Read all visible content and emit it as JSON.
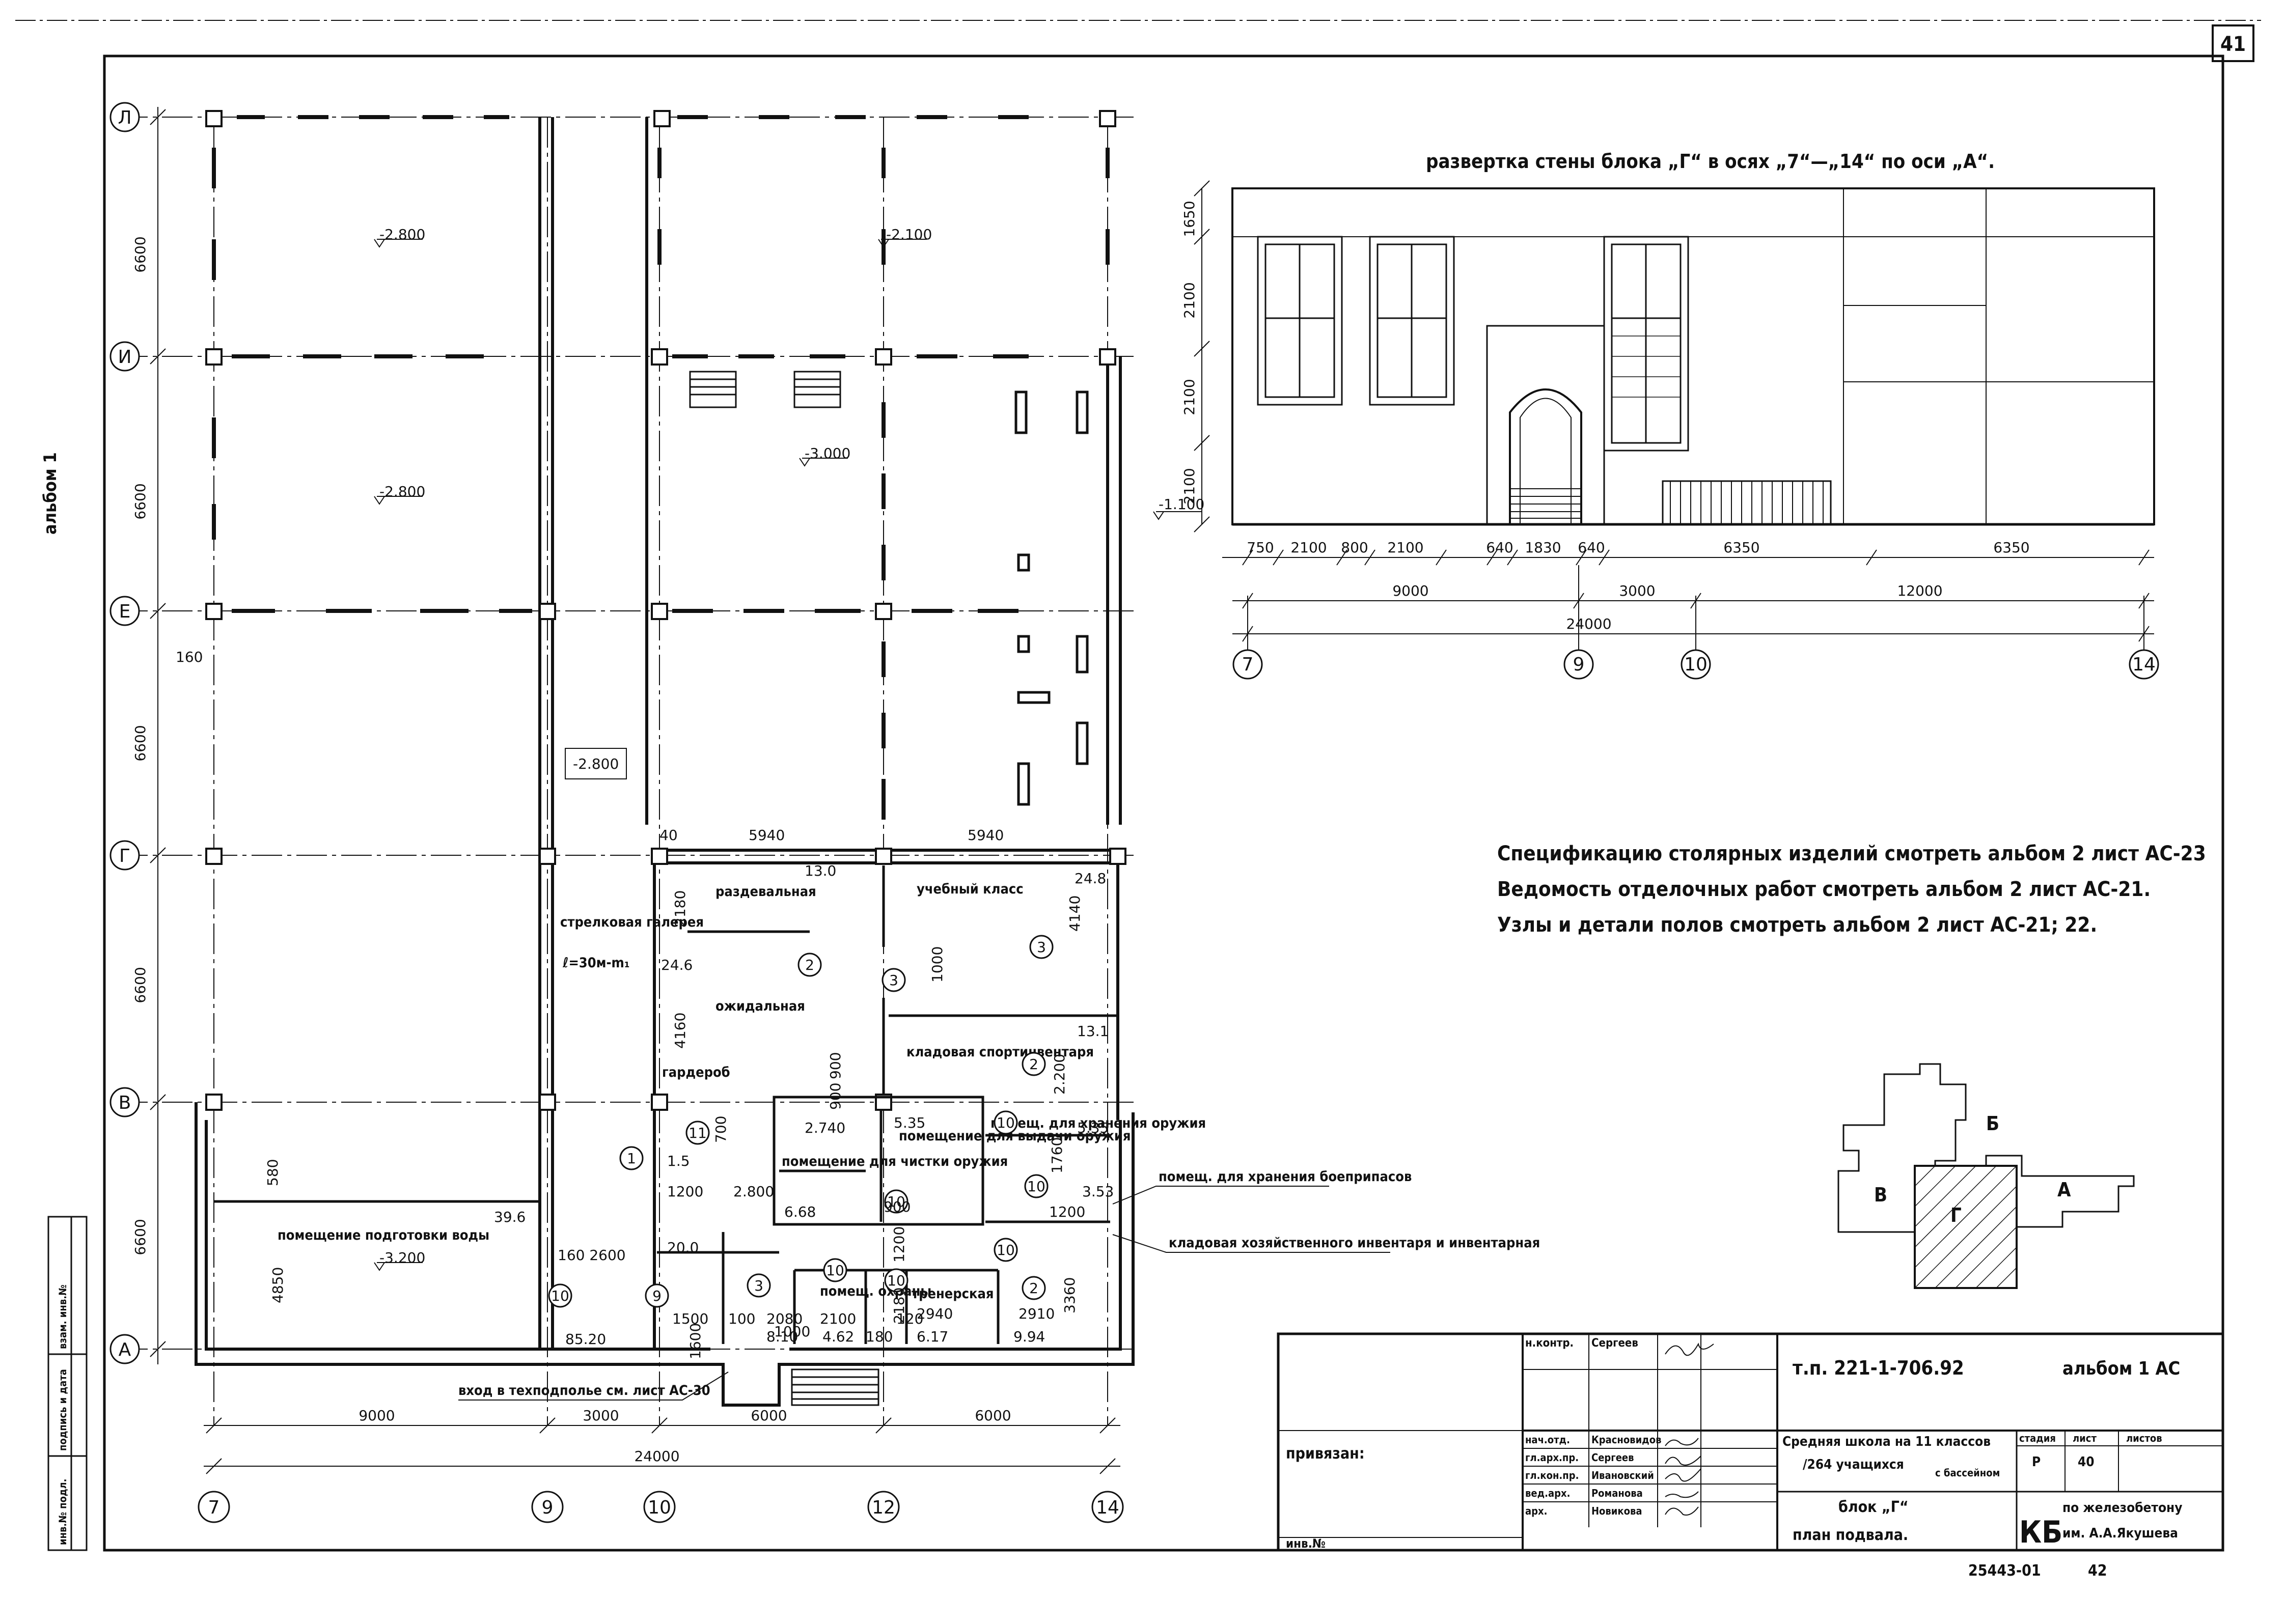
{
  "sheet": {
    "number": "41",
    "album_side": "альбом 1",
    "side_stamp": [
      "инв.№ подл.",
      "подпись и дата",
      "взам. инв.№"
    ]
  },
  "elevation": {
    "title": "развертка стены блока „Г“ в осях „7“—„14“ по оси „А“.",
    "level_left": "-1.100",
    "vertical_dims": [
      "1650",
      "2100",
      "2100",
      "2100"
    ],
    "dims_row1": [
      "750",
      "2100",
      "800",
      "2100",
      "640",
      "1830",
      "640",
      "6350",
      "6350"
    ],
    "dims_row2": [
      "9000",
      "3000",
      "12000"
    ],
    "total": "24000",
    "axes": [
      "7",
      "9",
      "10",
      "14"
    ]
  },
  "plan": {
    "row_axes": [
      "Л",
      "И",
      "Е",
      "Г",
      "В",
      "А"
    ],
    "col_axes": [
      "7",
      "9",
      "10",
      "12",
      "14"
    ],
    "left_dims": [
      "6600",
      "6600",
      "6600",
      "6600",
      "6600"
    ],
    "bottom_dims": [
      "9000",
      "3000",
      "6000",
      "6000"
    ],
    "bottom_total": "24000",
    "small_dims": [
      "160",
      "5940",
      "5940",
      "40",
      "2180",
      "4160",
      "24.6",
      "13.0",
      "24.8",
      "4140",
      "1000",
      "13.1",
      "900",
      "2.200",
      "2.740",
      "5.35",
      "1760",
      "5.35",
      "1200",
      "3.53",
      "580",
      "4850",
      "39.6",
      "160 2600",
      "20.0",
      "85.20",
      "1200",
      "2.800",
      "6.68",
      "900",
      "2080",
      "2100",
      "4.62",
      "180",
      "6.17",
      "2940",
      "2910",
      "9.94",
      "3360",
      "1500",
      "8.10",
      "1.5",
      "700",
      "900",
      "1200",
      "2180",
      "120",
      "100",
      "1000",
      "1600"
    ],
    "levels": [
      "-2.800",
      "-2.100",
      "-2.800",
      "-3.000",
      "-2.800",
      "-3.200"
    ],
    "rooms": [
      "раздевальная",
      "учебный класс",
      "ожидальная",
      "кладовая спортинвентаря",
      "гардероб",
      "помещение для чистки оружия",
      "помещение для выдачи оружия",
      "помещ. для хранения оружия",
      "помещ. охраны",
      "тренерская",
      "помещение подготовки воды",
      "стрелковая галерея",
      "ℓ=30м-m₁"
    ],
    "room_marks": [
      "1",
      "2",
      "2",
      "2",
      "3",
      "3",
      "3",
      "10",
      "10",
      "10",
      "10",
      "10",
      "10",
      "10",
      "11",
      "9"
    ],
    "callouts": [
      "помещ. для хранения боеприпасов",
      "кладовая хозяйственного инвентаря и инвентарная",
      "вход в техподполье см. лист АС-30"
    ]
  },
  "notes": [
    "Спецификацию столярных изделий смотреть альбом 2 лист АС-23",
    "Ведомость отделочных работ смотреть альбом 2 лист АС-21.",
    "Узлы и детали полов смотреть альбом 2 лист АС-21; 22."
  ],
  "key_plan": {
    "blocks": [
      "Б",
      "В",
      "Г",
      "А"
    ]
  },
  "title_block": {
    "doc_code": "т.п. 221-1-706.92",
    "album": "альбом 1 АС",
    "attached": "привязан:",
    "inv": "инв.№",
    "roles": [
      {
        "role": "н.контр.",
        "name": "Сергеев"
      },
      {
        "role": "нач.отд.",
        "name": "Красновидов"
      },
      {
        "role": "гл.арх.пр.",
        "name": "Сергеев"
      },
      {
        "role": "гл.кон.пр.",
        "name": "Ивановский"
      },
      {
        "role": "вед.арх.",
        "name": "Романова"
      },
      {
        "role": "арх.",
        "name": "Новикова"
      }
    ],
    "project_name_l1": "Средняя школа на 11 классов",
    "project_name_l2": "/264 учащихся",
    "project_name_note": "с бассейном",
    "block": "блок „Г“",
    "sheet_name": "план подвала.",
    "stage_label": "стадия",
    "sheet_label": "лист",
    "sheets_label": "листов",
    "stage": "Р",
    "sheet_no": "40",
    "org_mark": "КБ",
    "org_l1": "по железобетону",
    "org_l2": "им. А.А.Якушева",
    "stamp_bottom": "25443-01",
    "stamp_bottom2": "42"
  }
}
